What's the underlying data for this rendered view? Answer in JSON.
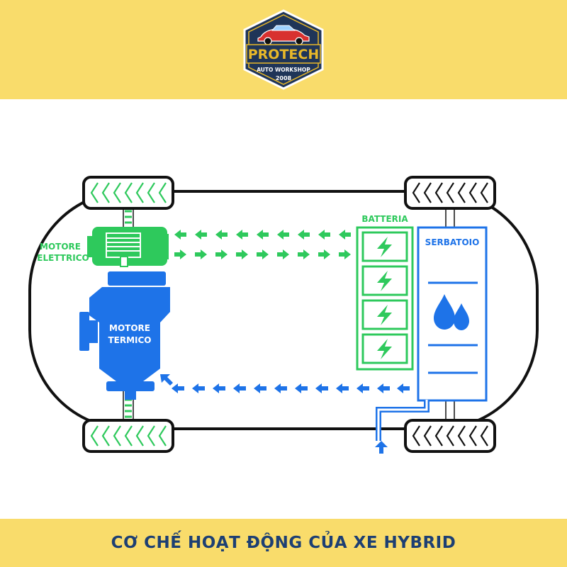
{
  "colors": {
    "band": "#f9dc6b",
    "caption": "#1d3f73",
    "electric_green": "#2ec95c",
    "thermal_blue": "#1e73e8",
    "outline": "#111111",
    "logo_navy": "#1f3558",
    "logo_gold": "#e8b829",
    "logo_red": "#d8312f"
  },
  "logo": {
    "brand": "PROTECH",
    "tagline": "AUTO WORKSHOP",
    "year": "2008"
  },
  "labels": {
    "electric_motor": [
      "MOTORE",
      "ELETTRICO"
    ],
    "thermal_engine": [
      "MOTORE",
      "TERMICO"
    ],
    "battery": "BATTERIA",
    "tank": "SERBATOIO"
  },
  "caption": "CƠ CHẾ HOẠT ĐỘNG CỦA XE HYBRID",
  "icons": {
    "battery_cell": "lightning-bolt-icon",
    "fuel": "water-drops-icon",
    "flow": "chevron-arrow-icon",
    "car": "classic-car-icon"
  }
}
